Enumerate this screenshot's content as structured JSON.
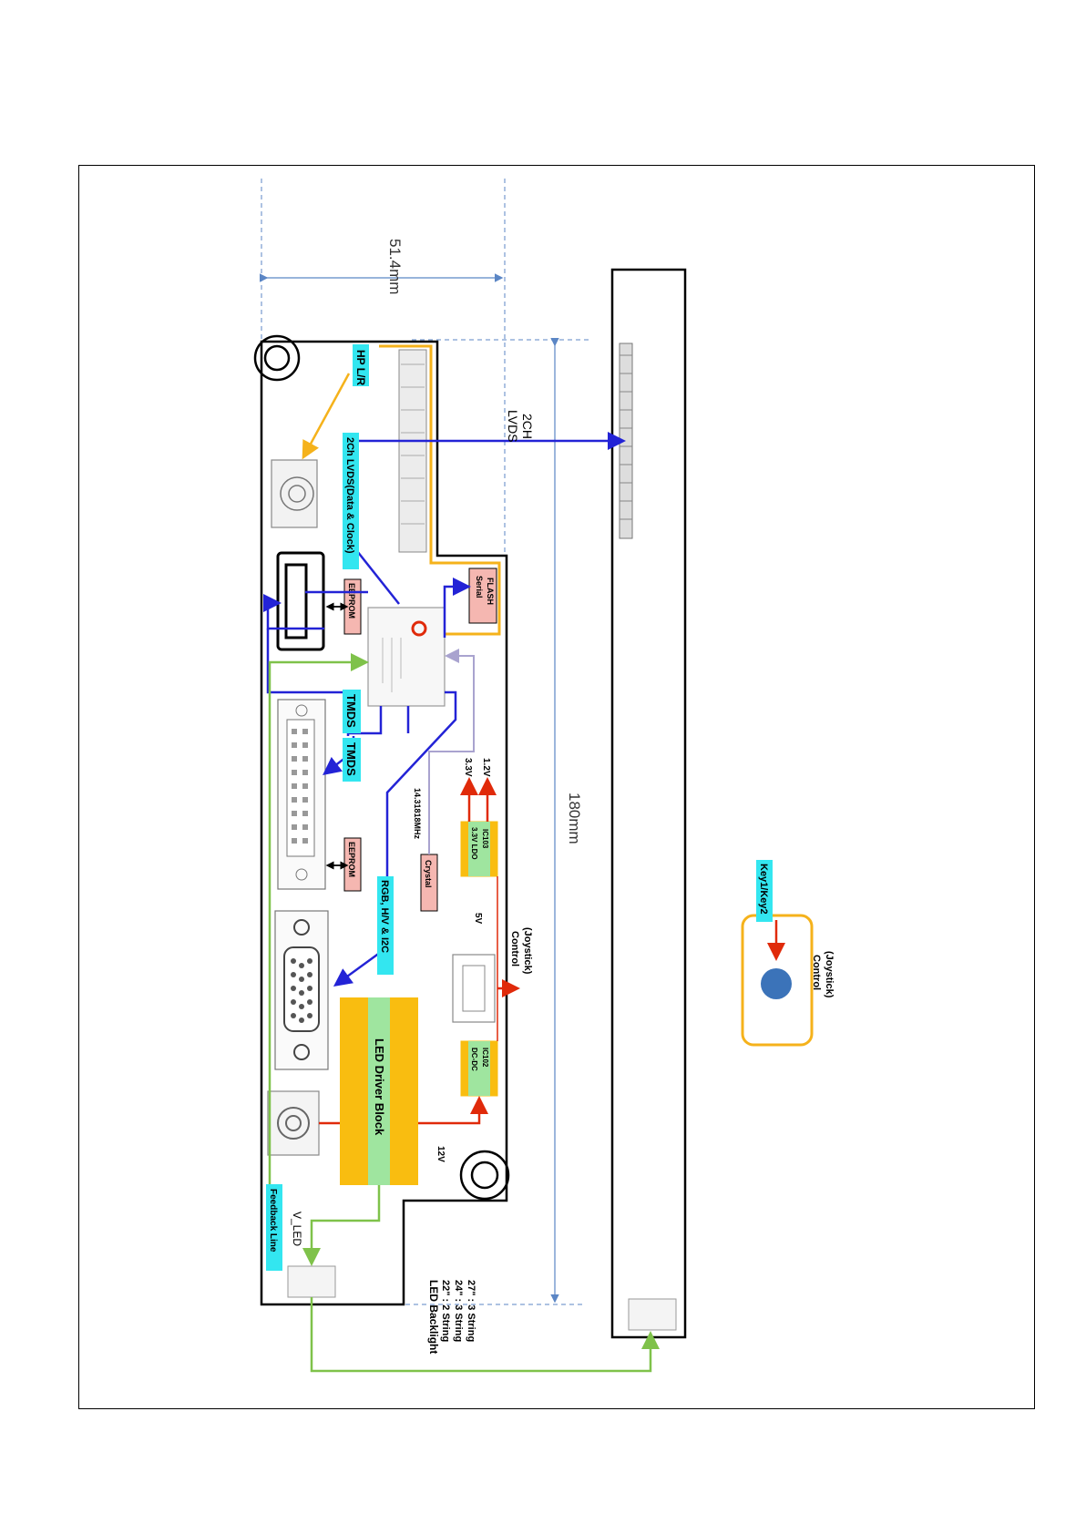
{
  "dimensions": {
    "width": "51.4mm",
    "length": "180mm"
  },
  "labels": {
    "hp_lr": "HP L/R",
    "lvds_data_clock": "2Ch LVDS(Data & Clock)",
    "lvds_2ch_line1": "LVDS",
    "lvds_2ch_line2": "2CH",
    "ddc_hdmi": "EEPROM",
    "tmds_upper": "TMDS",
    "tmds_lower": "TMDS",
    "ddc_dvi": "EEPROM",
    "rgb_hv_i2c": "RGB, H/V & I2C",
    "crystal": "Crystal",
    "crystal_freq": "14.31818MHz",
    "serial_flash_line1": "Serial",
    "serial_flash_line2": "FLASH",
    "ldo_line1": "3.3V LDO",
    "ldo_line2": "IC103",
    "v33": "3.3V",
    "v12": "1.2V",
    "v5": "5V",
    "control_line1": "Control",
    "control_line2": "(Joystick)",
    "dcdc_line1": "DC-DC",
    "dcdc_line2": "IC102",
    "led_driver_block": "LED Driver Block",
    "v12in": "12V",
    "feedback_line": "Feedback Line",
    "v_led": "V_LED",
    "led_backlight_title": "LED Backlight",
    "led_backlight_22": "22\" : 2 String",
    "led_backlight_24": "24\" : 3 String",
    "led_backlight_27": "27\" : 3 String",
    "key_label": "Key1/Key2",
    "control2_line1": "Control",
    "control2_line2": "(Joystick)"
  },
  "colors": {
    "lvds_blue": "#2323d6",
    "power_red": "#e02a0a",
    "feedback_green": "#7fc24a",
    "hp_orange": "#f5b21b",
    "crystal_purple": "#a9a3cf",
    "label_cyan": "#33e6f0",
    "pink_box": "#f5b7b1",
    "green_box": "#9fe59f",
    "dim_blue": "#5b86c5",
    "joystick_blue": "#3b73b9"
  }
}
